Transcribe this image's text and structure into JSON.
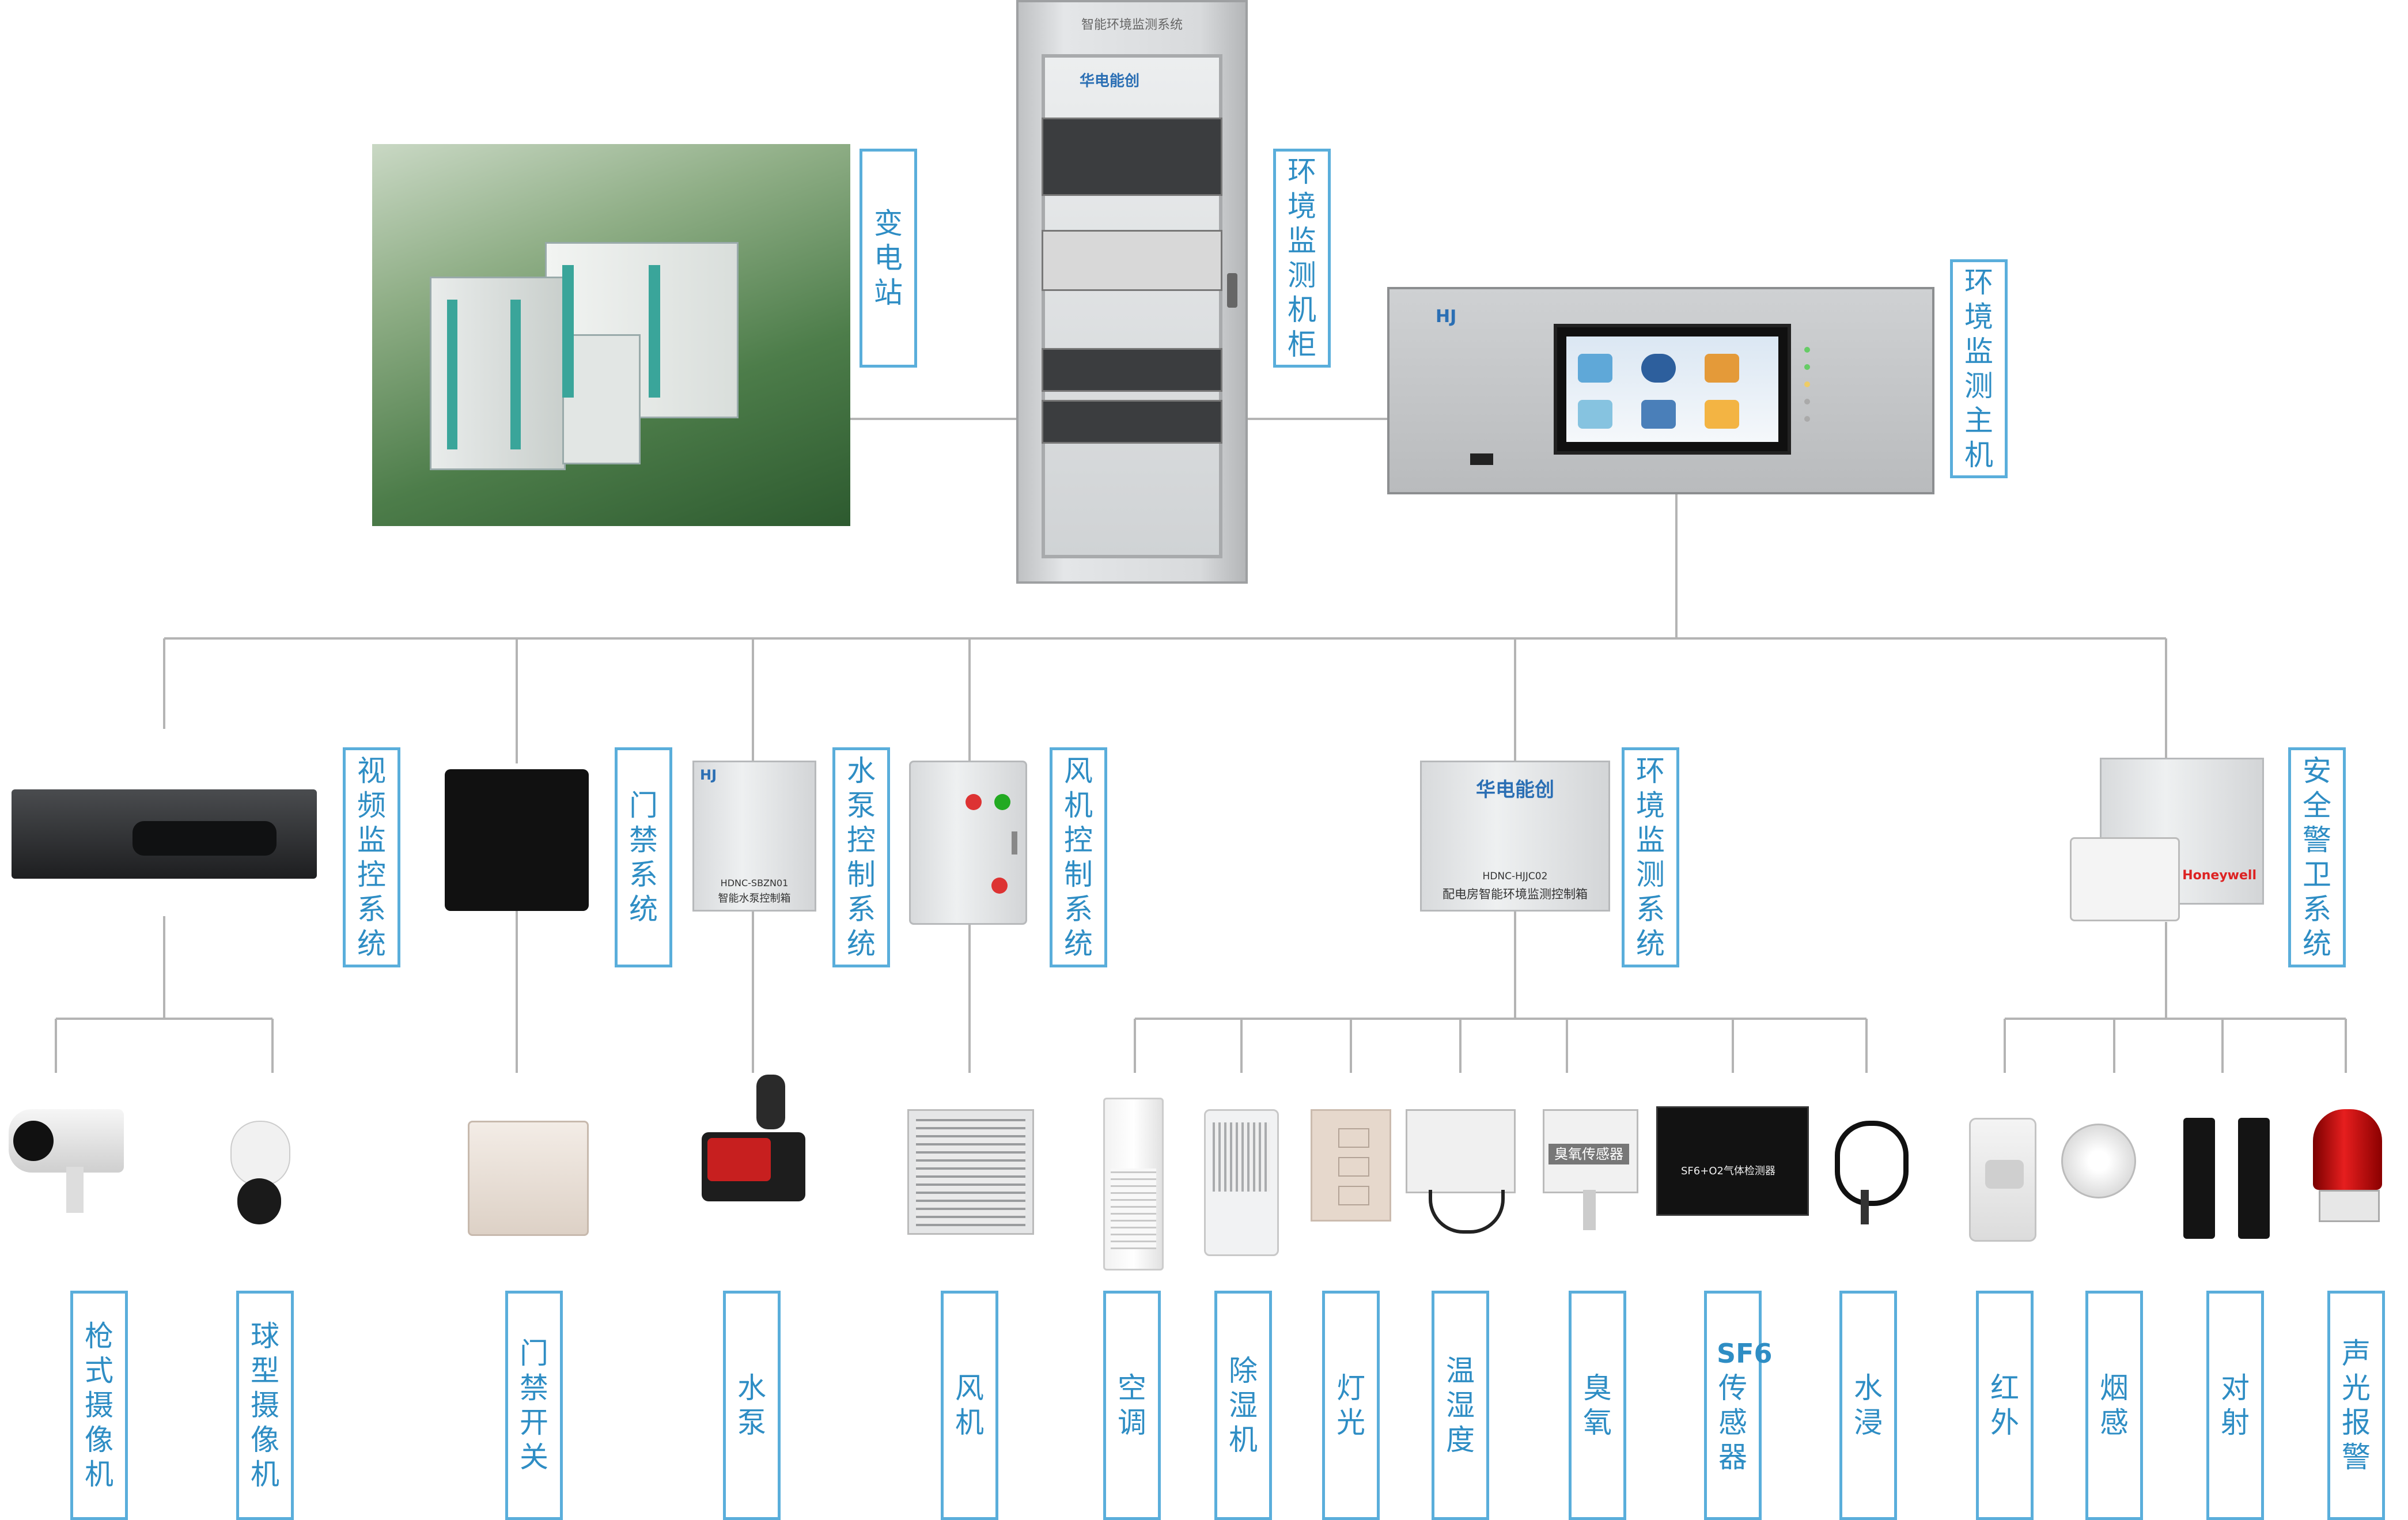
{
  "labels": {
    "substation": "变电站",
    "cabinet": "环境监测机柜",
    "host": "环境监测主机",
    "video": "视频监控系统",
    "access": "门禁系统",
    "pump_ctrl": "水泵控制系统",
    "fan_ctrl": "风机控制系统",
    "env_ctrl": "环境监测系统",
    "security": "安全警卫系统",
    "gun_cam": "枪式摄像机",
    "dome_cam": "球型摄像机",
    "door_switch": "门禁开关",
    "pump": "水泵",
    "fan": "风机",
    "ac": "空调",
    "dehumidifier": "除湿机",
    "light": "灯光",
    "temp_humidity": "温湿度",
    "ozone": "臭氧",
    "sf6_latin": "SF6",
    "sf6_rest": "传感器",
    "water_leak": "水浸",
    "infrared": "红外",
    "smoke": "烟感",
    "beam": "对射",
    "siren": "声光报警"
  },
  "device_text": {
    "cabinet_top": "智能环境监测系统",
    "cabinet_logo": "华电能创",
    "host_brand": "HJ",
    "pump_box_model": "HDNC-SBZN01",
    "pump_box_name": "智能水泵控制箱",
    "env_box_brand": "华电能创",
    "env_box_model": "HDNC-HJJC02",
    "env_box_name": "配电房智能环境监测控制箱",
    "alarm_brand": "Honeywell",
    "ozone_label": "臭氧传感器",
    "sf6_panel": "SF6+O2气体检测器"
  },
  "colors": {
    "label_border": "#5aaedb",
    "label_text": "#2e8dc4",
    "wire": "#b4b4b4"
  }
}
